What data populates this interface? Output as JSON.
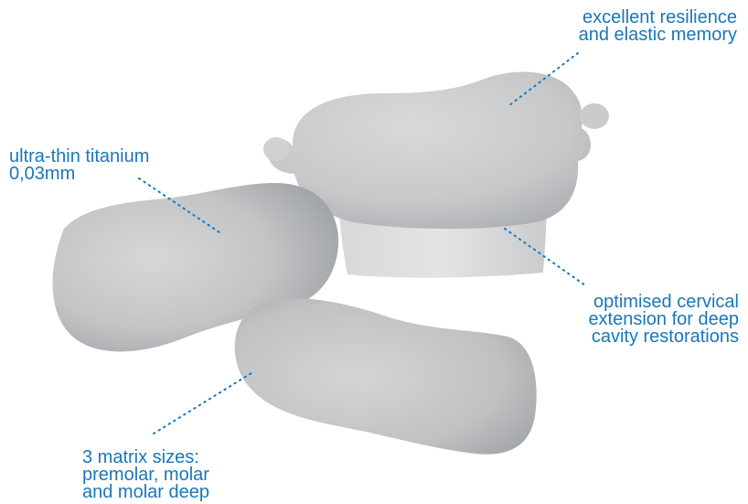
{
  "colors": {
    "accent": "#1a77b8",
    "matrix_light": "#e2e3e4",
    "matrix_mid": "#c5c7c9",
    "matrix_dark": "#9c9fa2"
  },
  "callouts": {
    "resilience": {
      "line1": "excellent resilience",
      "line2": "and elastic memory"
    },
    "titanium": {
      "line1": "ultra-thin titanium",
      "line2": "0,03mm"
    },
    "cervical": {
      "line1": "optimised cervical",
      "line2": "extension for deep",
      "line3": "cavity restorations"
    },
    "sizes": {
      "line1": "3 matrix sizes:",
      "line2": "premolar, molar",
      "line3": "and molar deep"
    }
  }
}
